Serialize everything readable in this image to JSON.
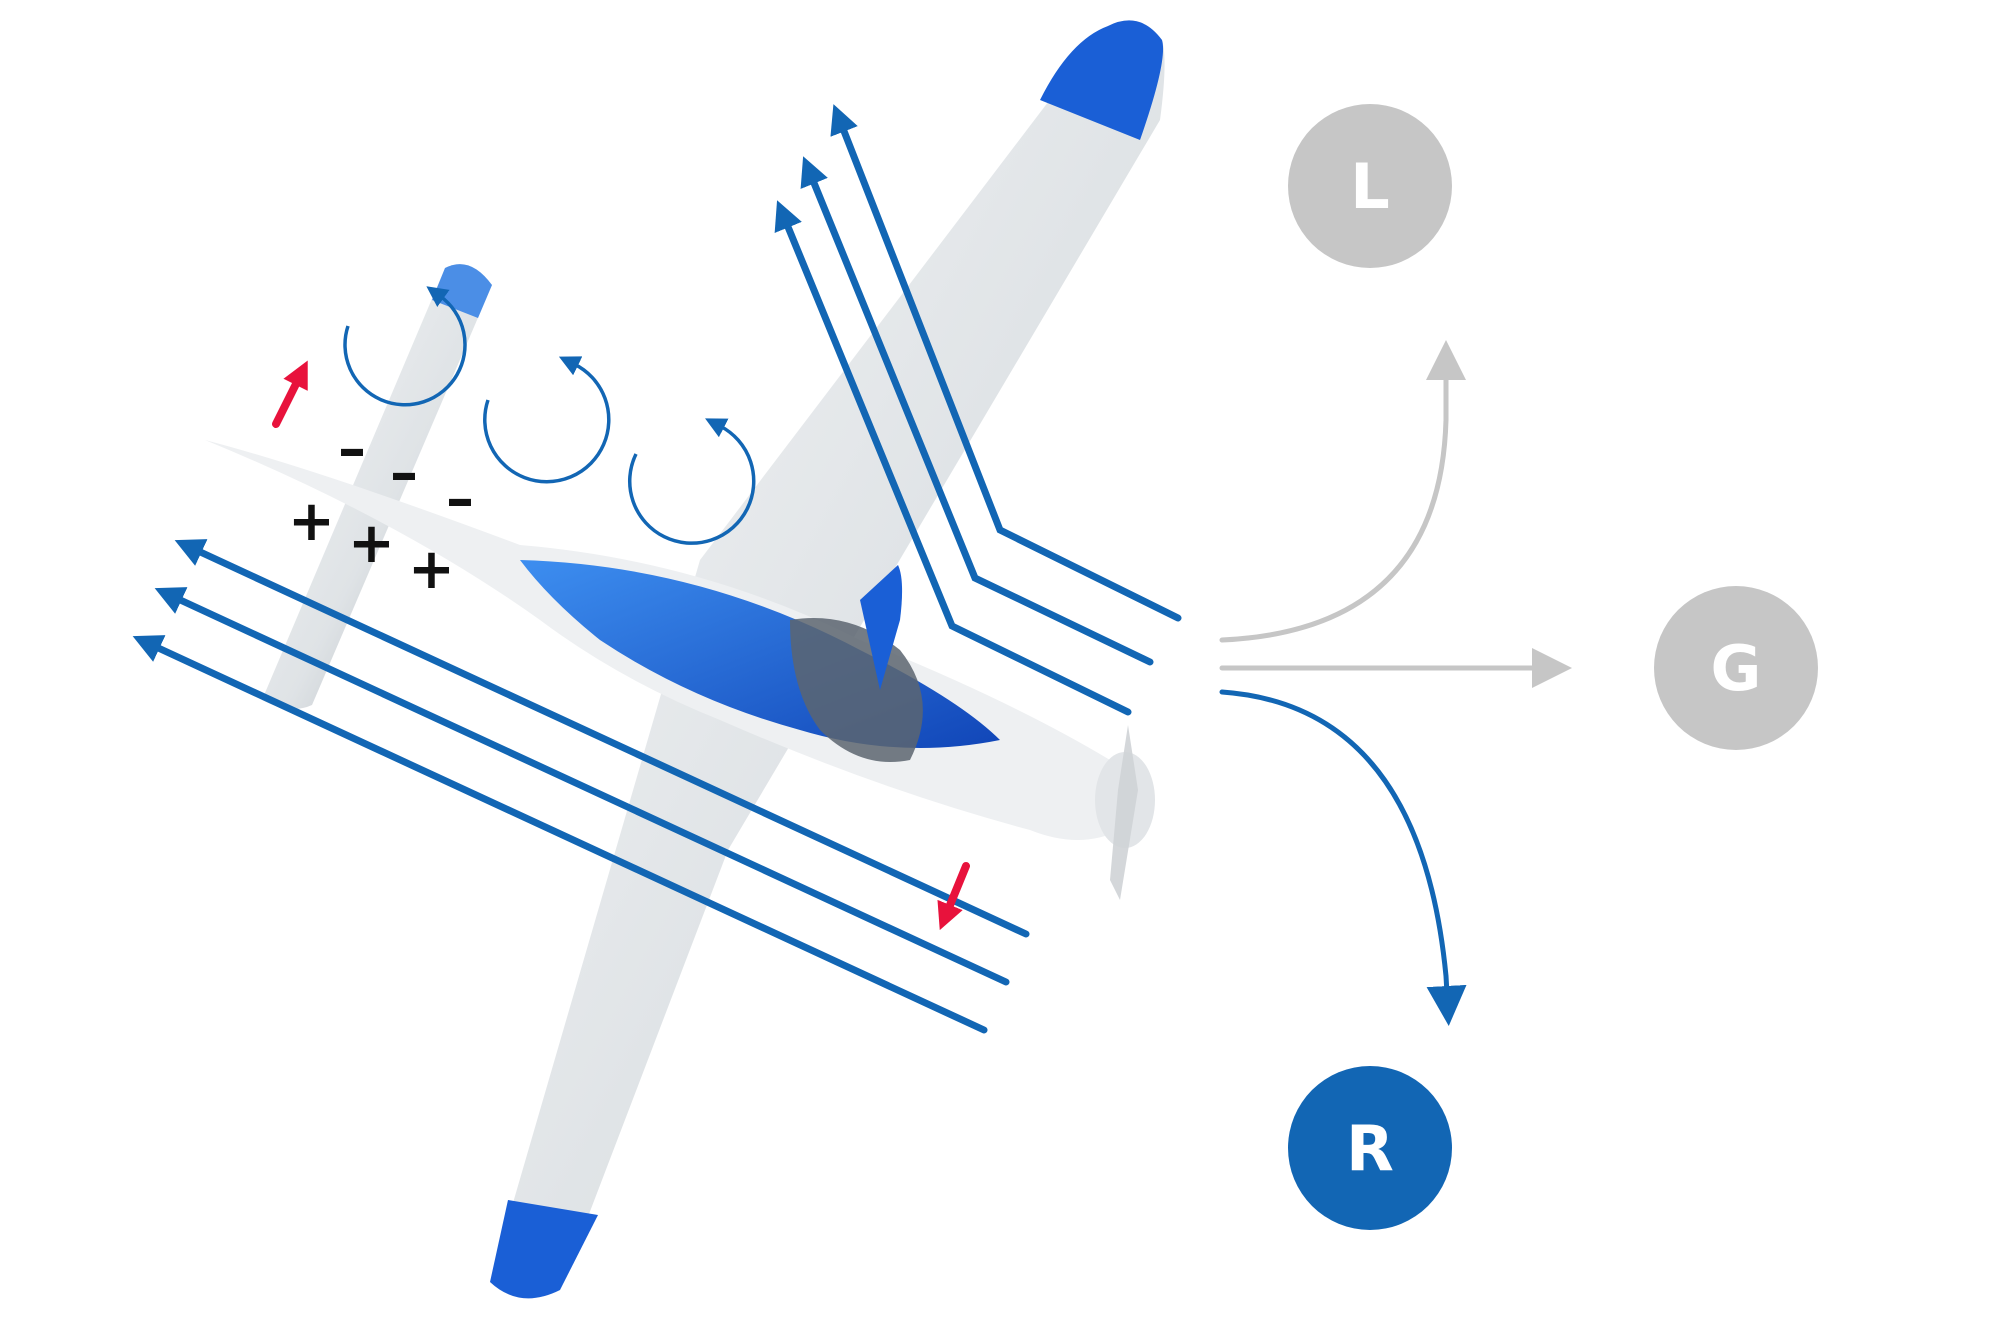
{
  "colors": {
    "flow_blue": "#1266b4",
    "accent_blue": "#1a5fd6",
    "grey": "#c6c6c6",
    "red": "#e8123c",
    "wing_light": "#eef0f2",
    "wing_shadow": "#a9b0b7",
    "black": "#111111"
  },
  "labels": {
    "left": "L",
    "go": "G",
    "right": "R"
  },
  "signs": {
    "minus": "–",
    "plus": "+"
  },
  "icons": {
    "vortex": "circular-arrow-icon",
    "force": "arrow-icon"
  }
}
